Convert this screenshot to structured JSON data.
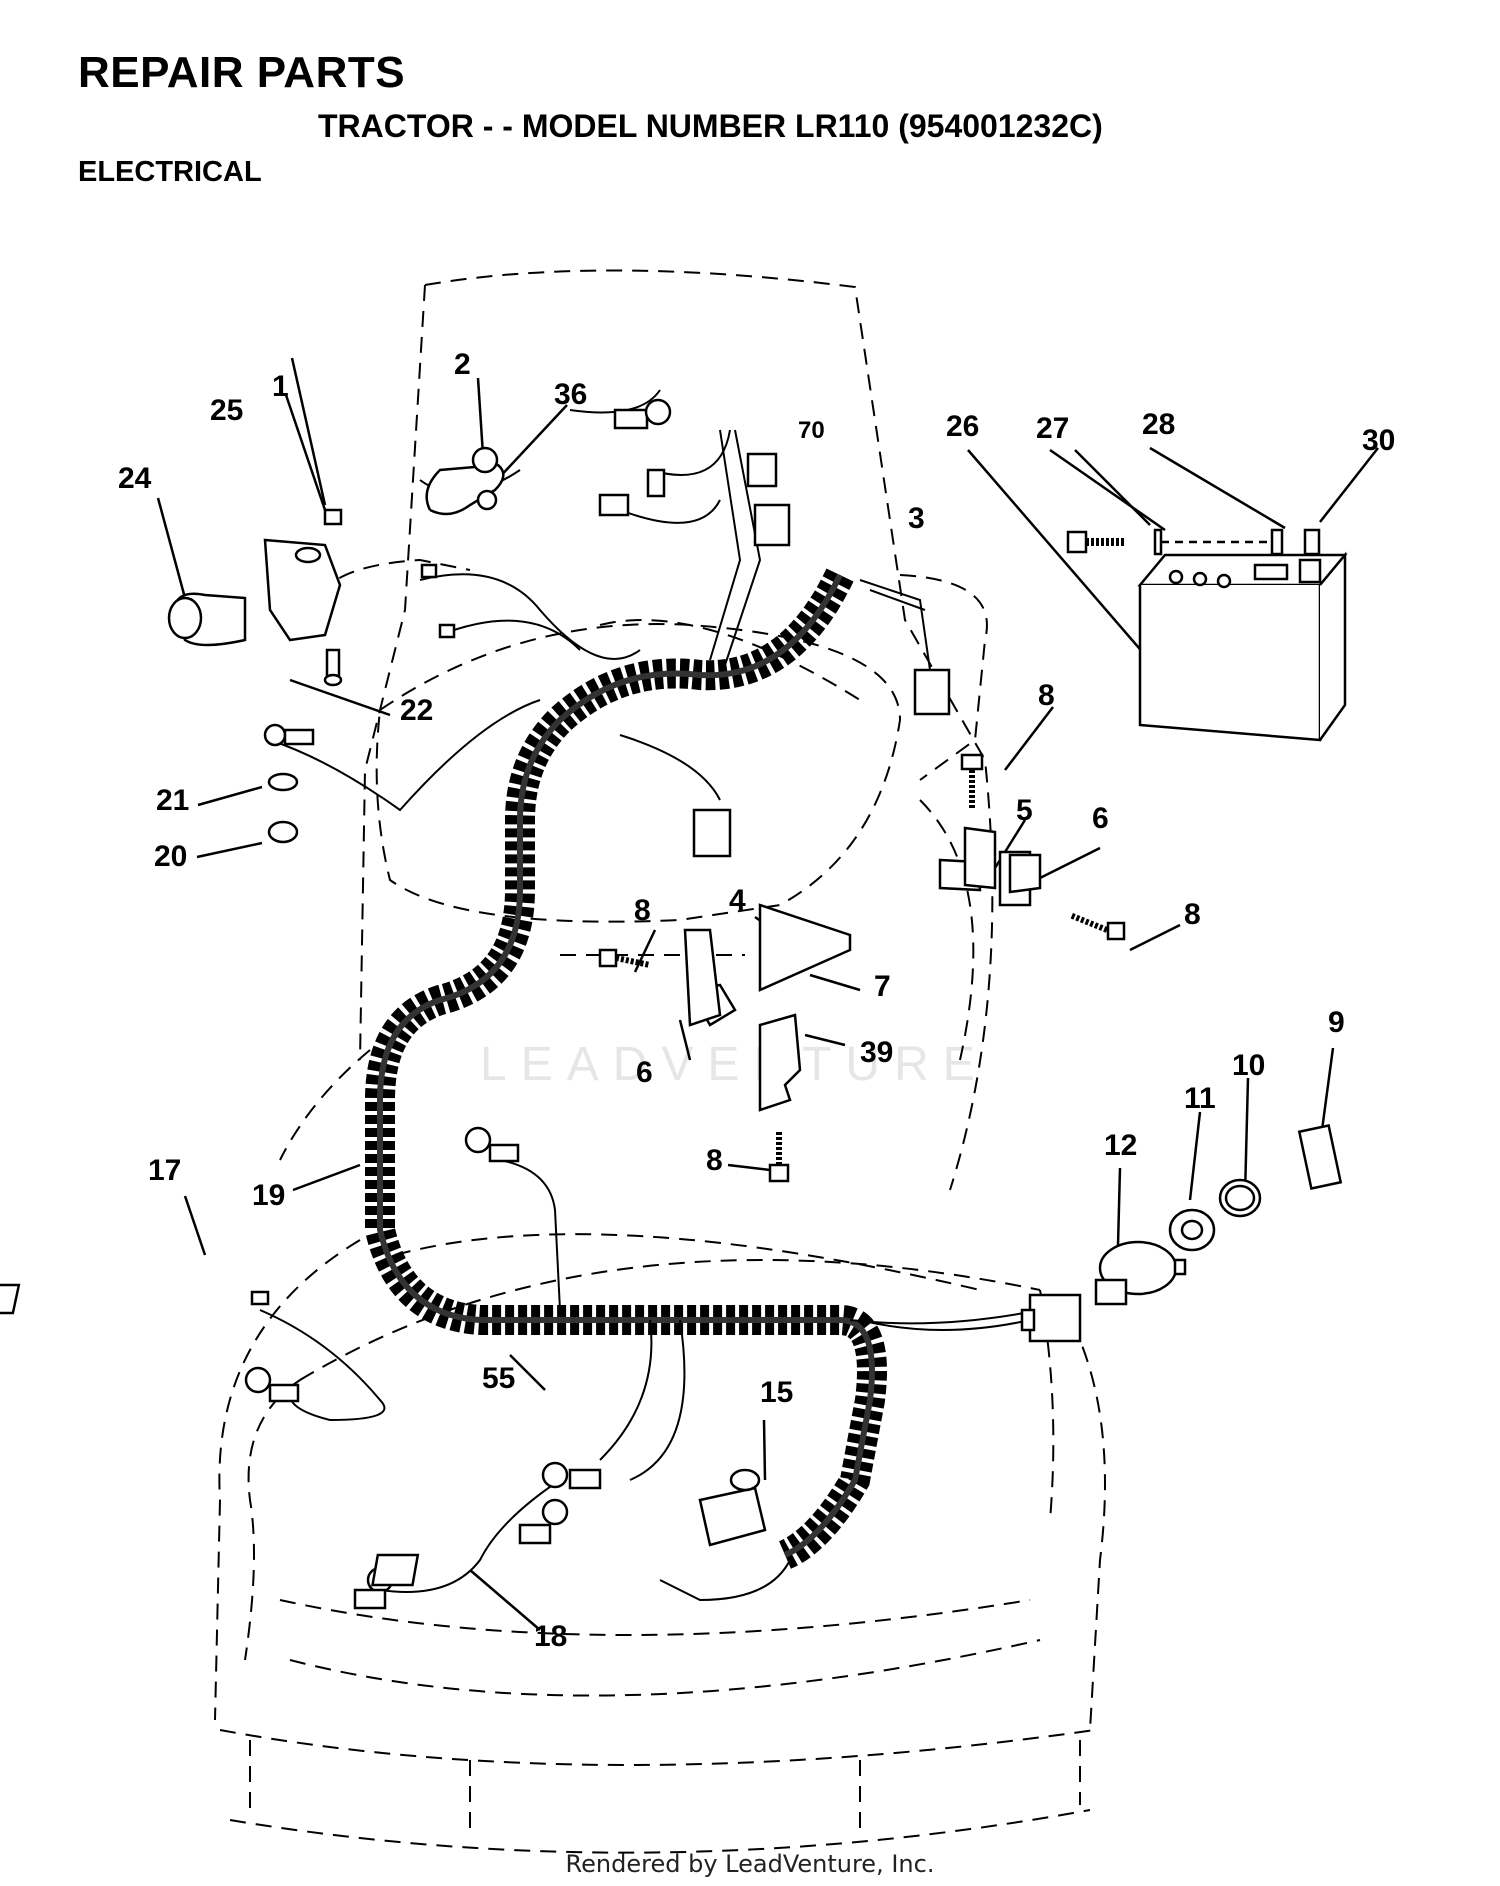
{
  "header": {
    "title": "REPAIR PARTS",
    "subtitle": "TRACTOR - - MODEL NUMBER LR110 (954001232C)",
    "section": "ELECTRICAL"
  },
  "watermark": "LEADVENTURE",
  "callouts": {
    "c1": "1",
    "c2": "2",
    "c3": "3",
    "c4": "4",
    "c5": "5",
    "c6a": "6",
    "c6b": "6",
    "c7": "7",
    "c8a": "8",
    "c8b": "8",
    "c8c": "8",
    "c8d": "8",
    "c9": "9",
    "c10": "10",
    "c11": "11",
    "c12": "12",
    "c15": "15",
    "c17": "17",
    "c18": "18",
    "c19": "19",
    "c20": "20",
    "c21": "21",
    "c22": "22",
    "c24": "24",
    "c25": "25",
    "c26": "26",
    "c27": "27",
    "c28": "28",
    "c30": "30",
    "c36": "36",
    "c39": "39",
    "c55": "55",
    "c70": "70"
  },
  "footer": "Rendered by LeadVenture, Inc."
}
